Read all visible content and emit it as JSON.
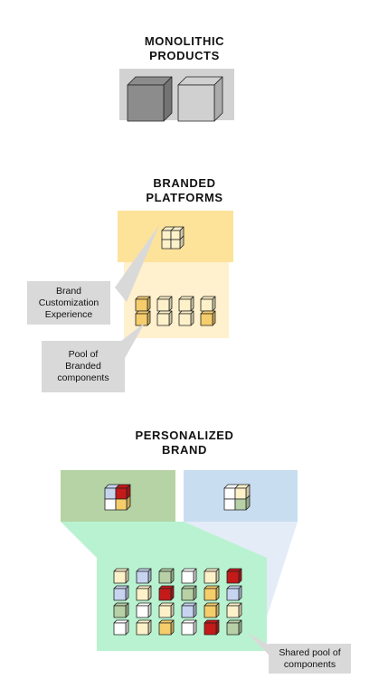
{
  "sections": {
    "monolithic": {
      "title_line1": "MONOLITHIC",
      "title_line2": "PRODUCTS"
    },
    "branded": {
      "title_line1": "BRANDED",
      "title_line2": "PLATFORMS"
    },
    "personalized": {
      "title_line1": "PERSONALIZED",
      "title_line2": "BRAND"
    }
  },
  "callouts": {
    "brand_customization": {
      "line1": "Brand",
      "line2": "Customization",
      "line3": "Experience"
    },
    "pool_branded": {
      "line1": "Pool of",
      "line2": "Branded",
      "line3": "components"
    },
    "shared_pool": {
      "line1": "Shared pool of",
      "line2": "components"
    }
  },
  "colors": {
    "yellow": "#f5cd6b",
    "cream": "#fdf1c9",
    "red": "#c41a1a",
    "blue": "#c7d4f0",
    "green": "#b7d0a6",
    "white": "#ffffff",
    "dark_gray": "#8c8c8c",
    "light_gray": "#d0d0d0"
  },
  "pool_branded_cubes": [
    "yellow",
    "cream",
    "cream",
    "cream",
    "yellow",
    "cream",
    "cream",
    "yellow"
  ],
  "shared_pool_cubes": [
    "cream",
    "blue",
    "green",
    "white",
    "cream",
    "red",
    "blue",
    "cream",
    "red",
    "green",
    "yellow",
    "blue",
    "green",
    "white",
    "cream",
    "blue",
    "yellow",
    "cream",
    "white",
    "cream",
    "yellow",
    "white",
    "red",
    "green"
  ]
}
